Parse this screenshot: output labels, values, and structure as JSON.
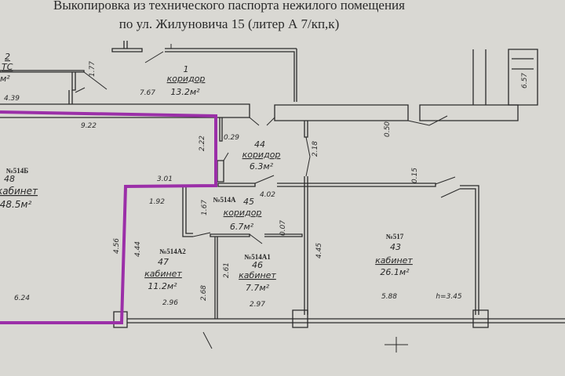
{
  "title": {
    "line1": "Выкопировка из технического паспорта нежилого помещения",
    "line2": "по ул. Жилуновича 15 (литер А 7/кп,к)"
  },
  "highlight_color": "#9b2fa8",
  "rooms": {
    "r2": {
      "number": "2",
      "name": "ТС",
      "area": "м²"
    },
    "r1": {
      "number": "1",
      "name": "коридор",
      "area": "13.2м²"
    },
    "r44": {
      "number": "44",
      "name": "коридор",
      "area": "6.3м²"
    },
    "r48": {
      "code": "№514Б",
      "number": "48",
      "name": "кабинет",
      "area": "48.5м²"
    },
    "r45": {
      "code": "№514А",
      "number": "45",
      "name": "коридор",
      "area": "6.7м²"
    },
    "r47": {
      "code": "№514А2",
      "number": "47",
      "name": "кабинет",
      "area": "11.2м²"
    },
    "r46": {
      "code": "№514А1",
      "number": "46",
      "name": "кабинет",
      "area": "7.7м²"
    },
    "r43": {
      "code": "№517",
      "number": "43",
      "name": "кабинет",
      "area": "26.1м²"
    }
  },
  "dimensions": {
    "d439": "4.39",
    "d177": "1.77",
    "d767": "7.67",
    "d657": "6.57",
    "d922": "9.22",
    "d222": "2.22",
    "d029": "0.29",
    "d050": "0.50",
    "d218": "2.18",
    "d301": "3.01",
    "d015": "0.15",
    "d192": "1.92",
    "d167": "1.67",
    "d402": "4.02",
    "d007": "0.07",
    "d456": "4.56",
    "d444": "4.44",
    "d261": "2.61",
    "d268": "2.68",
    "d296": "2.96",
    "d297": "2.97",
    "d624": "6.24",
    "d445": "4.45",
    "d588": "5.88",
    "height": "h=3.45"
  }
}
